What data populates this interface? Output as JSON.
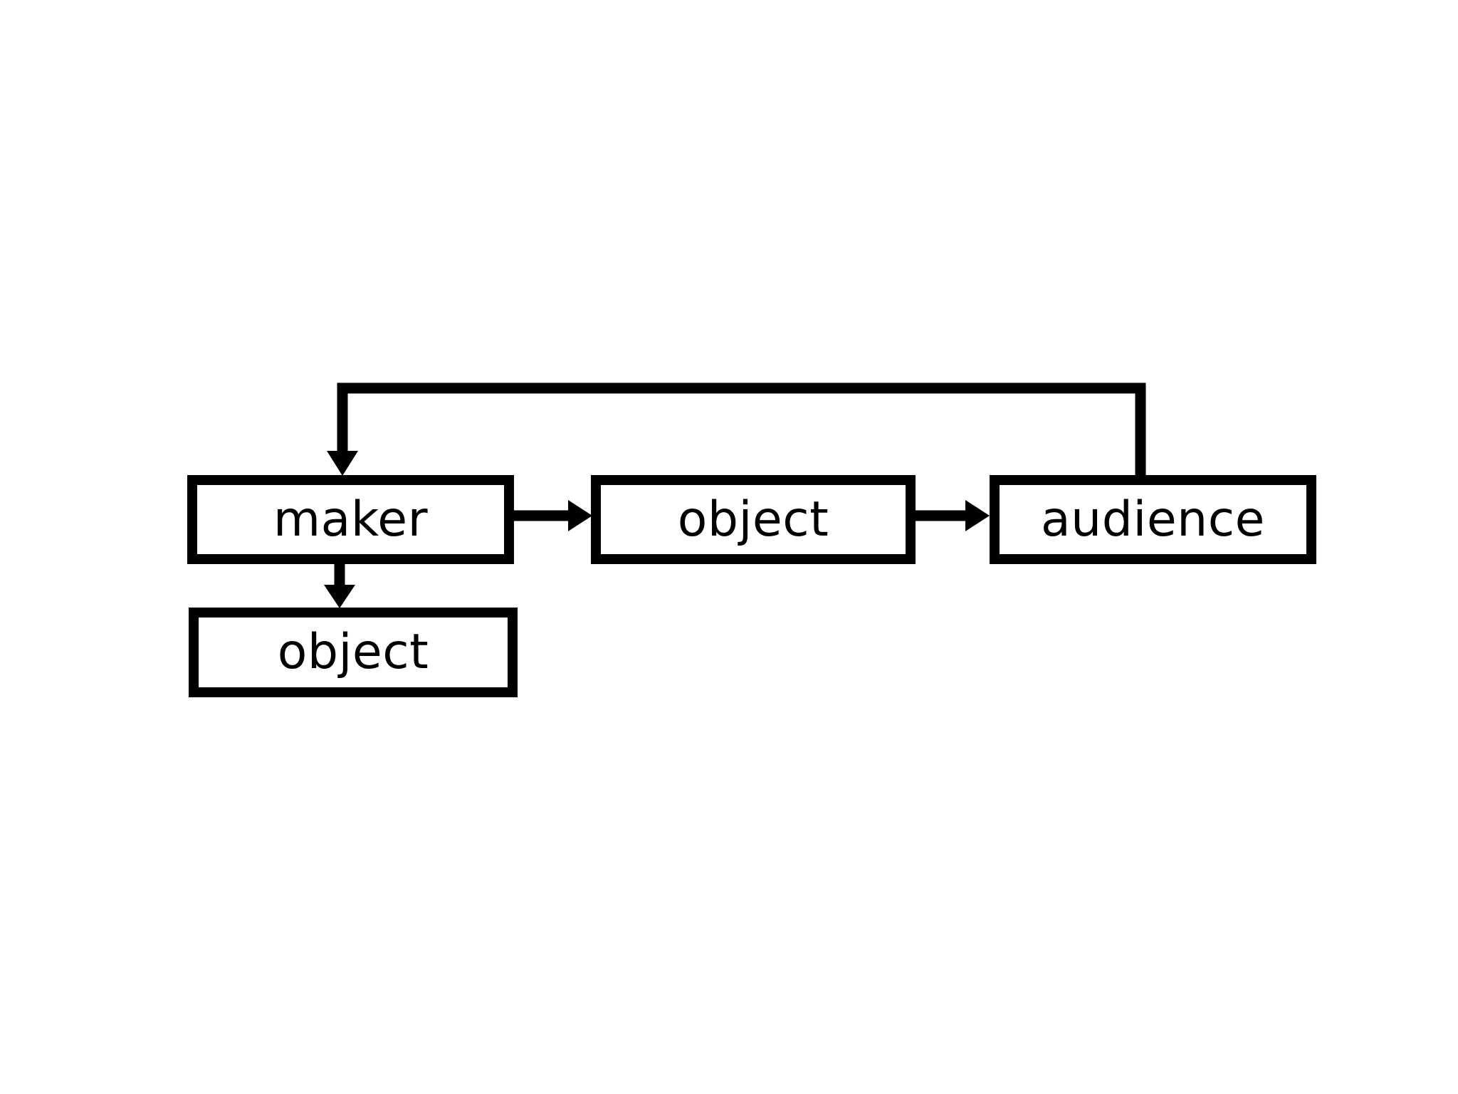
{
  "diagram": {
    "nodes": [
      {
        "id": "maker",
        "label": "maker"
      },
      {
        "id": "object-main",
        "label": "object"
      },
      {
        "id": "audience",
        "label": "audience"
      },
      {
        "id": "object-secondary",
        "label": "object"
      }
    ],
    "edges": [
      {
        "from": "maker",
        "to": "object-main",
        "direction": "right"
      },
      {
        "from": "object-main",
        "to": "audience",
        "direction": "right"
      },
      {
        "from": "audience",
        "to": "maker",
        "direction": "feedback-top-loop"
      },
      {
        "from": "maker",
        "to": "object-secondary",
        "direction": "down"
      }
    ],
    "colors": {
      "line": "#000000",
      "text": "#000000",
      "box_fill": "#ffffff",
      "background": "#ffffff"
    }
  }
}
